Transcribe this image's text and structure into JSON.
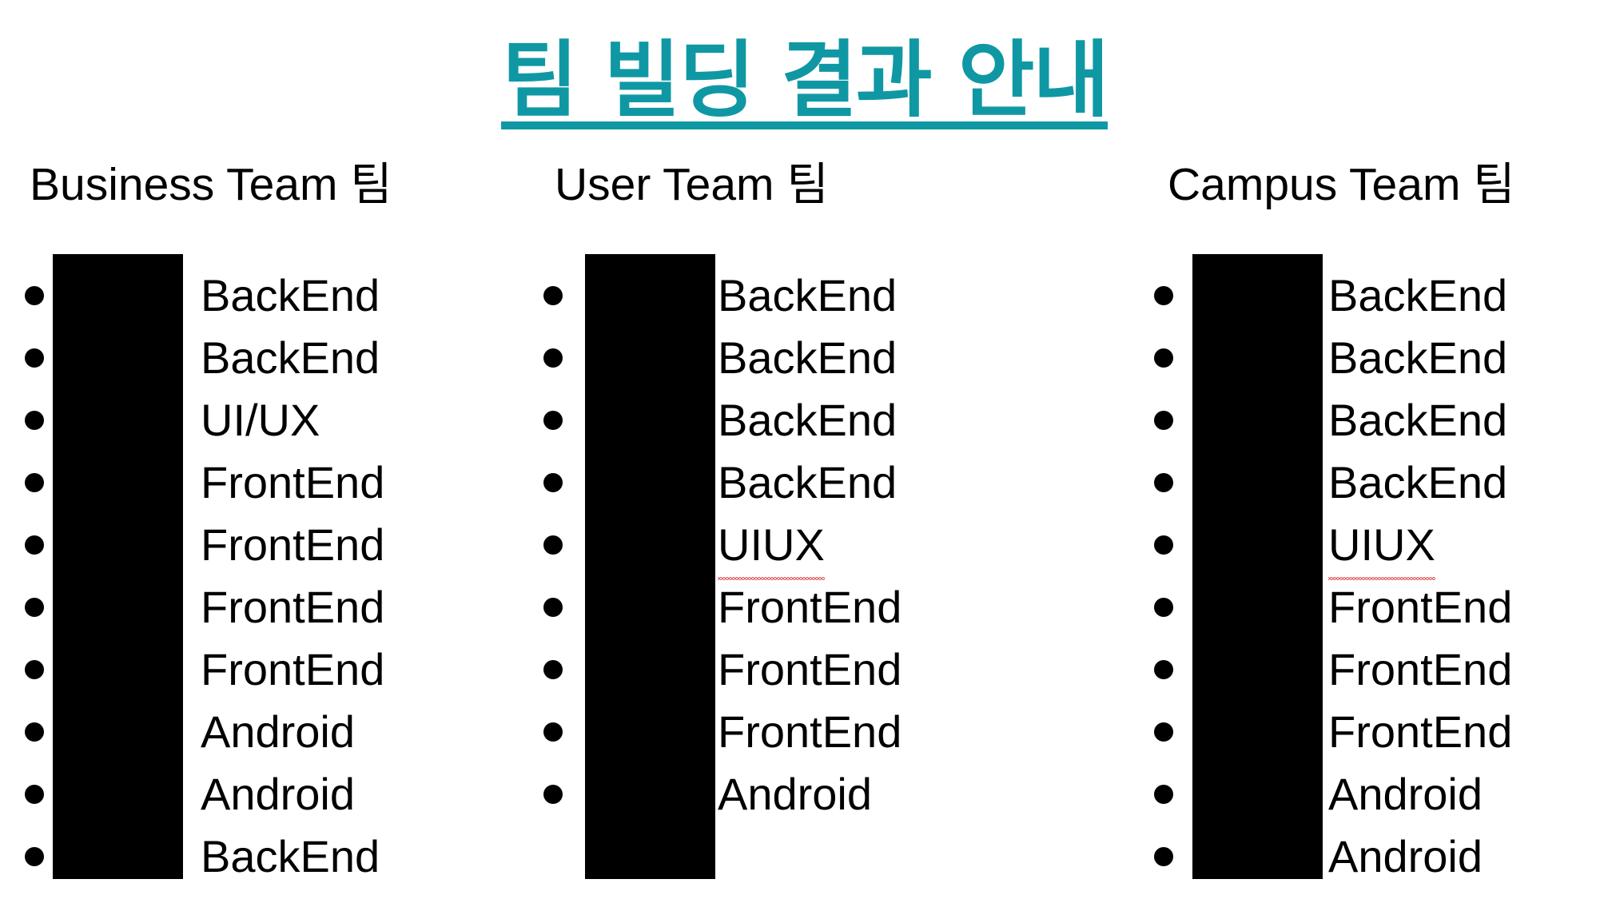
{
  "title": {
    "text": "팀 빌딩 결과 안내",
    "color": "#0f98a4"
  },
  "teams": [
    {
      "heading": "Business Team 팀",
      "members": [
        {
          "name": "[redacted]",
          "role": "BackEnd"
        },
        {
          "name": "[redacted]",
          "role": "BackEnd"
        },
        {
          "name": "[redacted]",
          "role": "UI/UX"
        },
        {
          "name": "[redacted]",
          "role": "FrontEnd"
        },
        {
          "name": "[redacted]",
          "role": "FrontEnd"
        },
        {
          "name": "[redacted]",
          "role": "FrontEnd"
        },
        {
          "name": "[redacted]",
          "role": "FrontEnd"
        },
        {
          "name": "[redacted]",
          "role": "Android"
        },
        {
          "name": "[redacted]",
          "role": "Android"
        },
        {
          "name": "[redacted]",
          "role": "BackEnd"
        }
      ]
    },
    {
      "heading": "User Team 팀",
      "members": [
        {
          "name": "[redacted]",
          "role": "BackEnd"
        },
        {
          "name": "[redacted]",
          "role": "BackEnd"
        },
        {
          "name": "[redacted]",
          "role": "BackEnd"
        },
        {
          "name": "[redacted]",
          "role": "BackEnd"
        },
        {
          "name": "[redacted]",
          "role": "UIUX",
          "spellcheck_flag": true
        },
        {
          "name": "[redacted]",
          "role": "FrontEnd"
        },
        {
          "name": "[redacted]",
          "role": "FrontEnd"
        },
        {
          "name": "[redacted]",
          "role": "FrontEnd"
        },
        {
          "name": "[redacted]",
          "role": "Android"
        }
      ]
    },
    {
      "heading": "Campus Team 팀",
      "members": [
        {
          "name": "[redacted]",
          "role": "BackEnd"
        },
        {
          "name": "[redacted]",
          "role": "BackEnd"
        },
        {
          "name": "[redacted]",
          "role": "BackEnd"
        },
        {
          "name": "[redacted]",
          "role": "BackEnd"
        },
        {
          "name": "[redacted]",
          "role": "UIUX",
          "spellcheck_flag": true
        },
        {
          "name": "[redacted]",
          "role": "FrontEnd"
        },
        {
          "name": "[redacted]",
          "role": "FrontEnd"
        },
        {
          "name": "[redacted]",
          "role": "FrontEnd"
        },
        {
          "name": "[redacted]",
          "role": "Android"
        },
        {
          "name": "[redacted]",
          "role": "Android"
        }
      ]
    }
  ],
  "redaction_color": "#000000"
}
